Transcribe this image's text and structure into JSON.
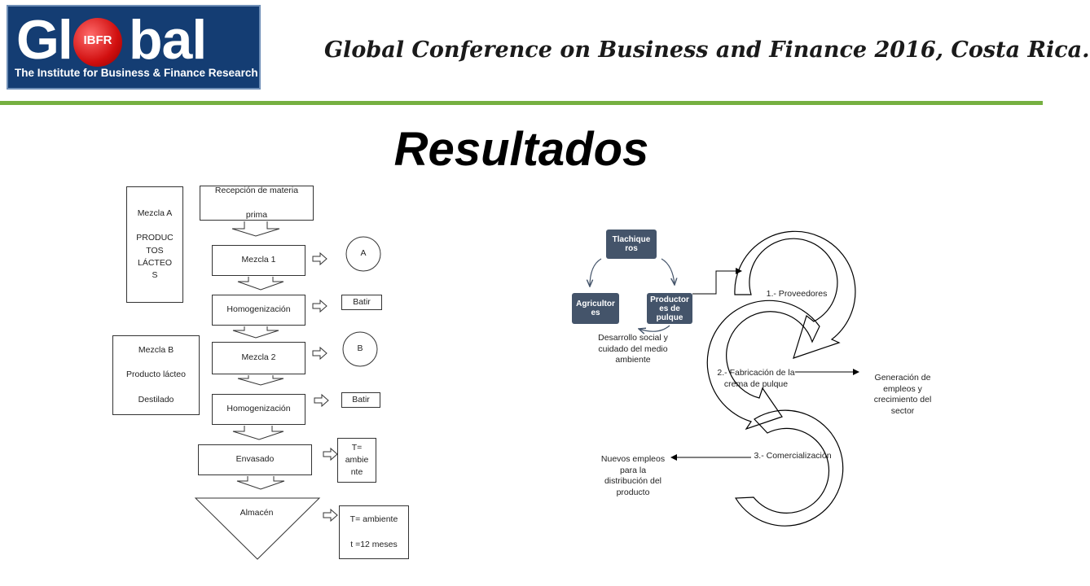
{
  "header": {
    "logo_text_left": "Gl",
    "logo_text_right": "bal",
    "logo_badge": "IBFR",
    "logo_subtitle": "The Institute for Business & Finance Research",
    "conference_title": "Global Conference on Business and Finance 2016, Costa Rica."
  },
  "page_title": "Resultados",
  "flowchart": {
    "mix_a": "Mezcla A\n\nPRODUC\nTOS\nLÁCTEO\nS",
    "mix_b": "Mezcla B\n\nProducto lácteo\n\nDestilado",
    "reception": "Recepción de materia\n\nprima",
    "mezcla1": "Mezcla 1",
    "homog1": "Homogenización",
    "mezcla2": "Mezcla 2",
    "homog2": "Homogenización",
    "envasado": "Envasado",
    "almacen": "Almacén",
    "circle_a": "A",
    "circle_b": "B",
    "batir1": "Batir",
    "batir2": "Batir",
    "temp_env": "T=\nambie\nnte",
    "temp_alm": "T= ambiente\n\nt =12 meses"
  },
  "cycle": {
    "tlachiqueros": "Tlachique\nros",
    "productores": "Productor\nes de\npulque",
    "agricultores": "Agricultor\nes",
    "desarrollo": "Desarrollo social y\ncuidado del medio\nambiente",
    "proveedores": "1.- Proveedores",
    "fabricacion": "2.- Fabricación de la\ncrema de pulque",
    "comercializacion": "3.- Comercialización",
    "generacion": "Generación de\nempleos y\ncrecimiento del\nsector",
    "nuevos": "Nuevos empleos\npara la\ndistribución del\nproducto"
  },
  "colors": {
    "accent_green": "#76b041",
    "logo_blue": "#143d73",
    "node_fill": "#44546a"
  }
}
